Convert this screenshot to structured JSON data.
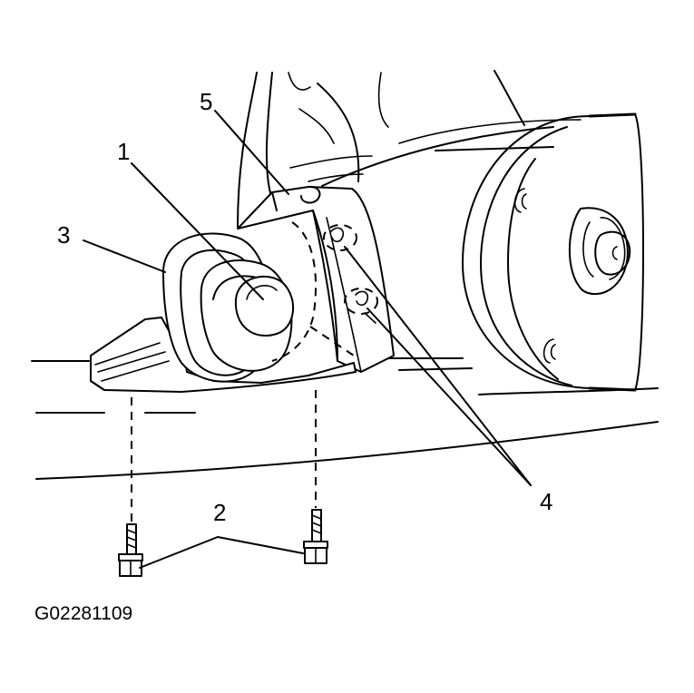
{
  "callouts": {
    "c1": "1",
    "c2": "2",
    "c3": "3",
    "c4": "4",
    "c5": "5"
  },
  "figure_id": "G02281109"
}
